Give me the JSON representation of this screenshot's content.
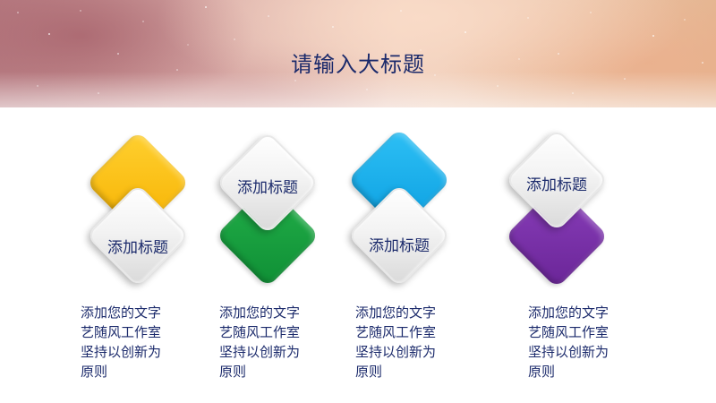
{
  "slide": {
    "title": "请输入大标题"
  },
  "items": [
    {
      "label": "添加标题",
      "accent": "#f6b100",
      "description": [
        "添加您的文字",
        "艺随风工作室",
        "坚持以创新为",
        "原则"
      ]
    },
    {
      "label": "添加标题",
      "accent": "#13983c",
      "description": [
        "添加您的文字",
        "艺随风工作室",
        "坚持以创新为",
        "原则"
      ]
    },
    {
      "label": "添加标题",
      "accent": "#10a8e8",
      "description": [
        "添加您的文字",
        "艺随风工作室",
        "坚持以创新为",
        "原则"
      ]
    },
    {
      "label": "添加标题",
      "accent": "#7230a3",
      "description": [
        "添加您的文字",
        "艺随风工作室",
        "坚持以创新为",
        "原则"
      ]
    }
  ]
}
